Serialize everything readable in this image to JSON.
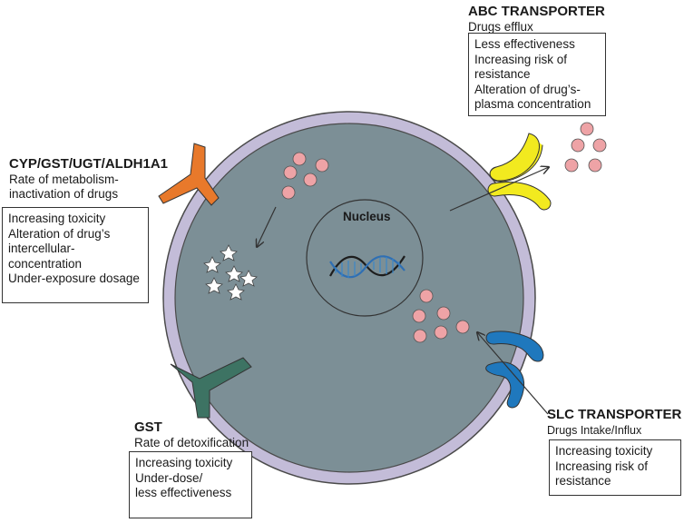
{
  "nucleus": {
    "label": "Nucleus"
  },
  "abc": {
    "title": "ABC TRANSPORTER",
    "subtitle": "Drugs efflux",
    "box_lines": [
      "Less effectiveness",
      "Increasing risk of",
      "resistance",
      "Alteration of drug’s-",
      "plasma concentration"
    ]
  },
  "cyp": {
    "title": "CYP/GST/UGT/ALDH1A1",
    "subtitle_lines": [
      "Rate of metabolism-",
      "inactivation of drugs"
    ],
    "box_lines": [
      "Increasing toxicity",
      "Alteration of drug’s",
      "intercellular-",
      "concentration",
      "Under-exposure dosage"
    ]
  },
  "gst": {
    "title": "GST",
    "subtitle": "Rate of detoxification",
    "box_lines": [
      "Increasing toxicity",
      "Under-dose/",
      "less effectiveness"
    ]
  },
  "slc": {
    "title": "SLC TRANSPORTER",
    "subtitle": "Drugs Intake/Influx",
    "box_lines": [
      "Increasing toxicity",
      "Increasing risk of",
      "resistance"
    ]
  },
  "colors": {
    "cell_membrane": "#c3bcd8",
    "cytoplasm": "#7c8f96",
    "cyp_enzyme": "#e8792b",
    "gst_enzyme": "#3d7363",
    "abc_transporter": "#f2ea1f",
    "slc_transporter": "#1f78bd",
    "drug_molecule": "#eea3a6"
  }
}
